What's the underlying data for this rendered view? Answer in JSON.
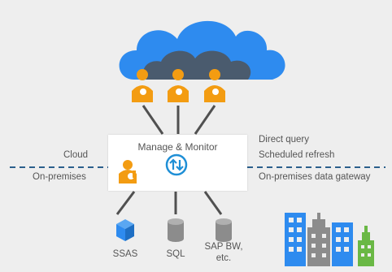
{
  "center_box": {
    "title": "Manage & Monitor"
  },
  "zones": {
    "cloud": "Cloud",
    "on_premises": "On-premises"
  },
  "features": {
    "direct_query": "Direct query",
    "scheduled_refresh": "Scheduled refresh",
    "gateway": "On-premises data gateway"
  },
  "sources": [
    {
      "label": "SSAS",
      "icon": "cube-icon"
    },
    {
      "label": "SQL",
      "icon": "database-icon"
    },
    {
      "label_line1": "SAP BW,",
      "label_line2": "etc.",
      "icon": "database-icon"
    }
  ],
  "colors": {
    "cloud_light": "#2E8BEF",
    "cloud_dark": "#4A5B6E",
    "user_orange": "#F39C12",
    "sync_blue": "#1F8FD6",
    "dashed_line": "#2B5F8C",
    "connector": "#505050",
    "building_blue": "#2E8BEF",
    "building_gray": "#8C8C8C",
    "building_green": "#6AB845"
  }
}
